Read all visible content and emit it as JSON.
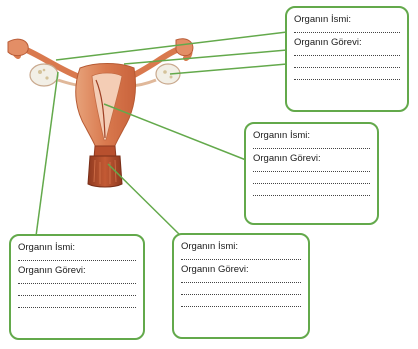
{
  "colors": {
    "line": "#63a94b",
    "tissue": "#d9794e",
    "cervix": "#b8502e"
  },
  "boxes": [
    {
      "name": "box-1",
      "name_label": "Organın İsmi:",
      "function_label": "Organın Görevi:"
    },
    {
      "name": "box-2",
      "name_label": "Organın İsmi:",
      "function_label": "Organın Görevi:"
    },
    {
      "name": "box-3",
      "name_label": "Organın İsmi:",
      "function_label": "Organın Görevi:"
    },
    {
      "name": "box-4",
      "name_label": "Organın İsmi:",
      "function_label": "Organın Görevi:"
    }
  ]
}
